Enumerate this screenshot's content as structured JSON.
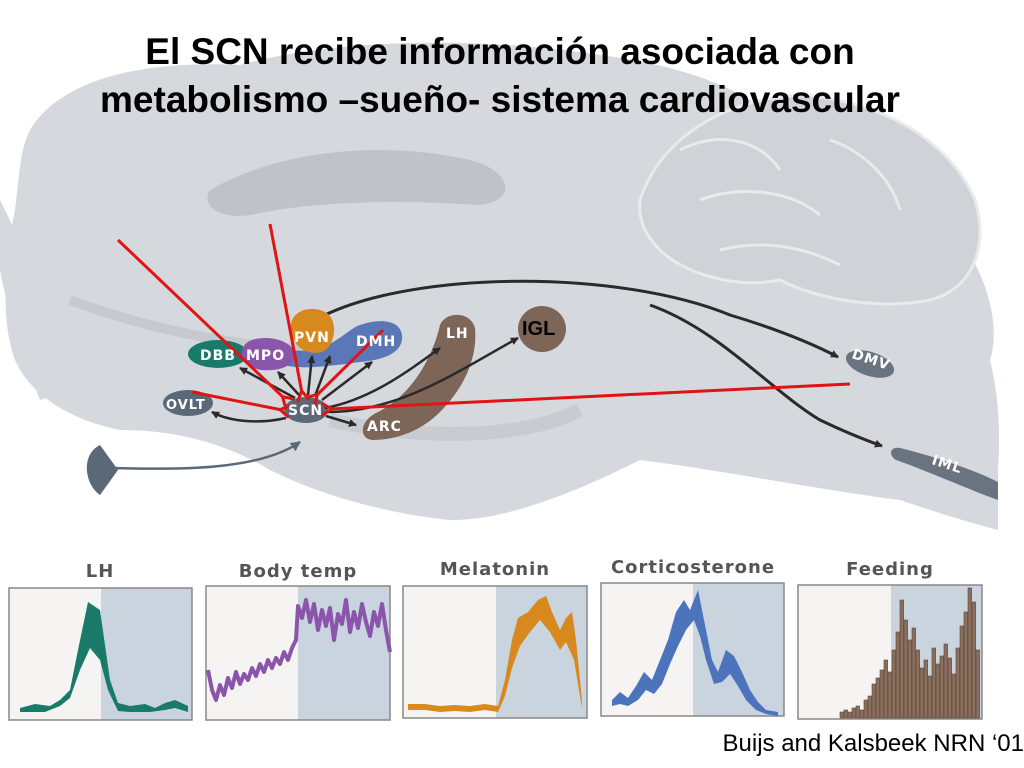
{
  "title": {
    "line1": "El SCN recibe información asociada con",
    "line2": "metabolismo –sueño- sistema cardiovascular"
  },
  "credit": "Buijs and Kalsbeek NRN ‘01",
  "nodes": {
    "dbb": "DBB",
    "mpo": "MPO",
    "pvn": "PVN",
    "dmh": "DMH",
    "lh": "LH",
    "igl": "IGL",
    "ovlt": "OVLT",
    "scn": "SCN",
    "arc": "ARC",
    "dmv": "DMV",
    "iml": "IML"
  },
  "panels": [
    {
      "label": "LH",
      "color": "#1a7a6a"
    },
    {
      "label": "Body temp",
      "color": "#8a55aa"
    },
    {
      "label": "Melatonin",
      "color": "#d8891e"
    },
    {
      "label": "Corticosterone",
      "color": "#4d73bd"
    },
    {
      "label": "Feeding",
      "color": "#7d6658"
    }
  ],
  "colors": {
    "brain": "#d5d8dc",
    "arrow_red": "#e01414",
    "arrow_dark": "#2a2a2a",
    "night_shade": "#c9d4de",
    "day_shade": "#f5f4f2"
  }
}
